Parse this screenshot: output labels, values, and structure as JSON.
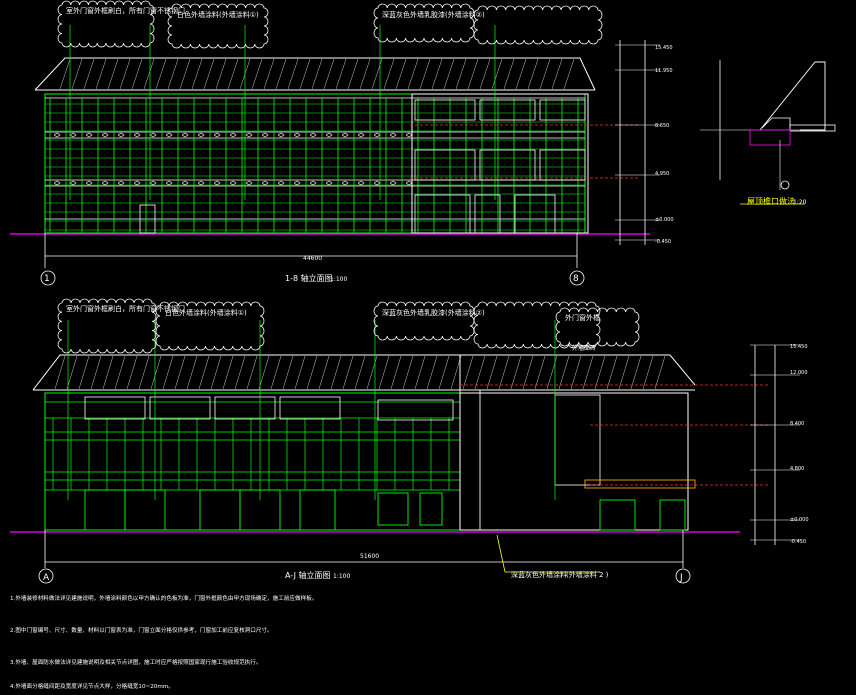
{
  "palette": {
    "background": "#000000",
    "green": "#00ff00",
    "white": "#ffffff",
    "yellow": "#ffff00",
    "cyan": "#00ffff",
    "magenta": "#ff00ff",
    "red": "#ff3030",
    "orange": "#ffa500"
  },
  "elevation_1_8": {
    "title": "1-8 轴立面图",
    "scale": "1:100",
    "axis_left": "1",
    "axis_right": "8",
    "total_dim": "44600",
    "callouts": [
      "室外门窗外框刷白，所有门窗不锈钢门",
      "白色外墙涂料(外墙涂料①)",
      "深蓝灰色外墙乳胶漆(外墙涂料②)"
    ]
  },
  "elevation_a_j": {
    "title": "A-J 轴立面图",
    "scale": "1:100",
    "axis_left": "A",
    "axis_right": "J",
    "total_dim": "51600",
    "label_top_right": "外墙面砖",
    "label_top_right2": "外门窗外框",
    "label_bottom": "深蓝灰色外墙涂料",
    "label_bottom2": "(外墙涂料 2 )",
    "callouts": [
      "室外门窗外框刷白，所有门窗不锈钢门",
      "白色外墙涂料(外墙涂料①)",
      "深蓝灰色外墙乳胶漆(外墙涂料②)"
    ]
  },
  "detail": {
    "title": "屋顶檐口做法",
    "scale": "1:20"
  },
  "levels_top": [
    "15.450",
    "11.950",
    "8.650",
    "4.950",
    "±0.000",
    "-0.450"
  ],
  "levels_bottom": [
    "15.450",
    "12.000",
    "8.400",
    "4.800",
    "±0.000",
    "-0.450"
  ],
  "notes": [
    "1.外墙装修材料做法详见建施说明，外墙涂料颜色以甲方确认的色板为准，门窗外框颜色由甲方现场确定，施工前应做样板。",
    "2.图中门窗编号、尺寸、数量、材料以门窗表为准，门窗立面分格仅供参考，门窗加工前应复核洞口尺寸。",
    "3.外墙、屋面防水做法详见建施说明及相关节点详图，施工时应严格按照国家现行施工验收规范执行。",
    "4.外墙面分格缝间距及宽度详见节点大样，分格缝宽10~20mm。"
  ]
}
